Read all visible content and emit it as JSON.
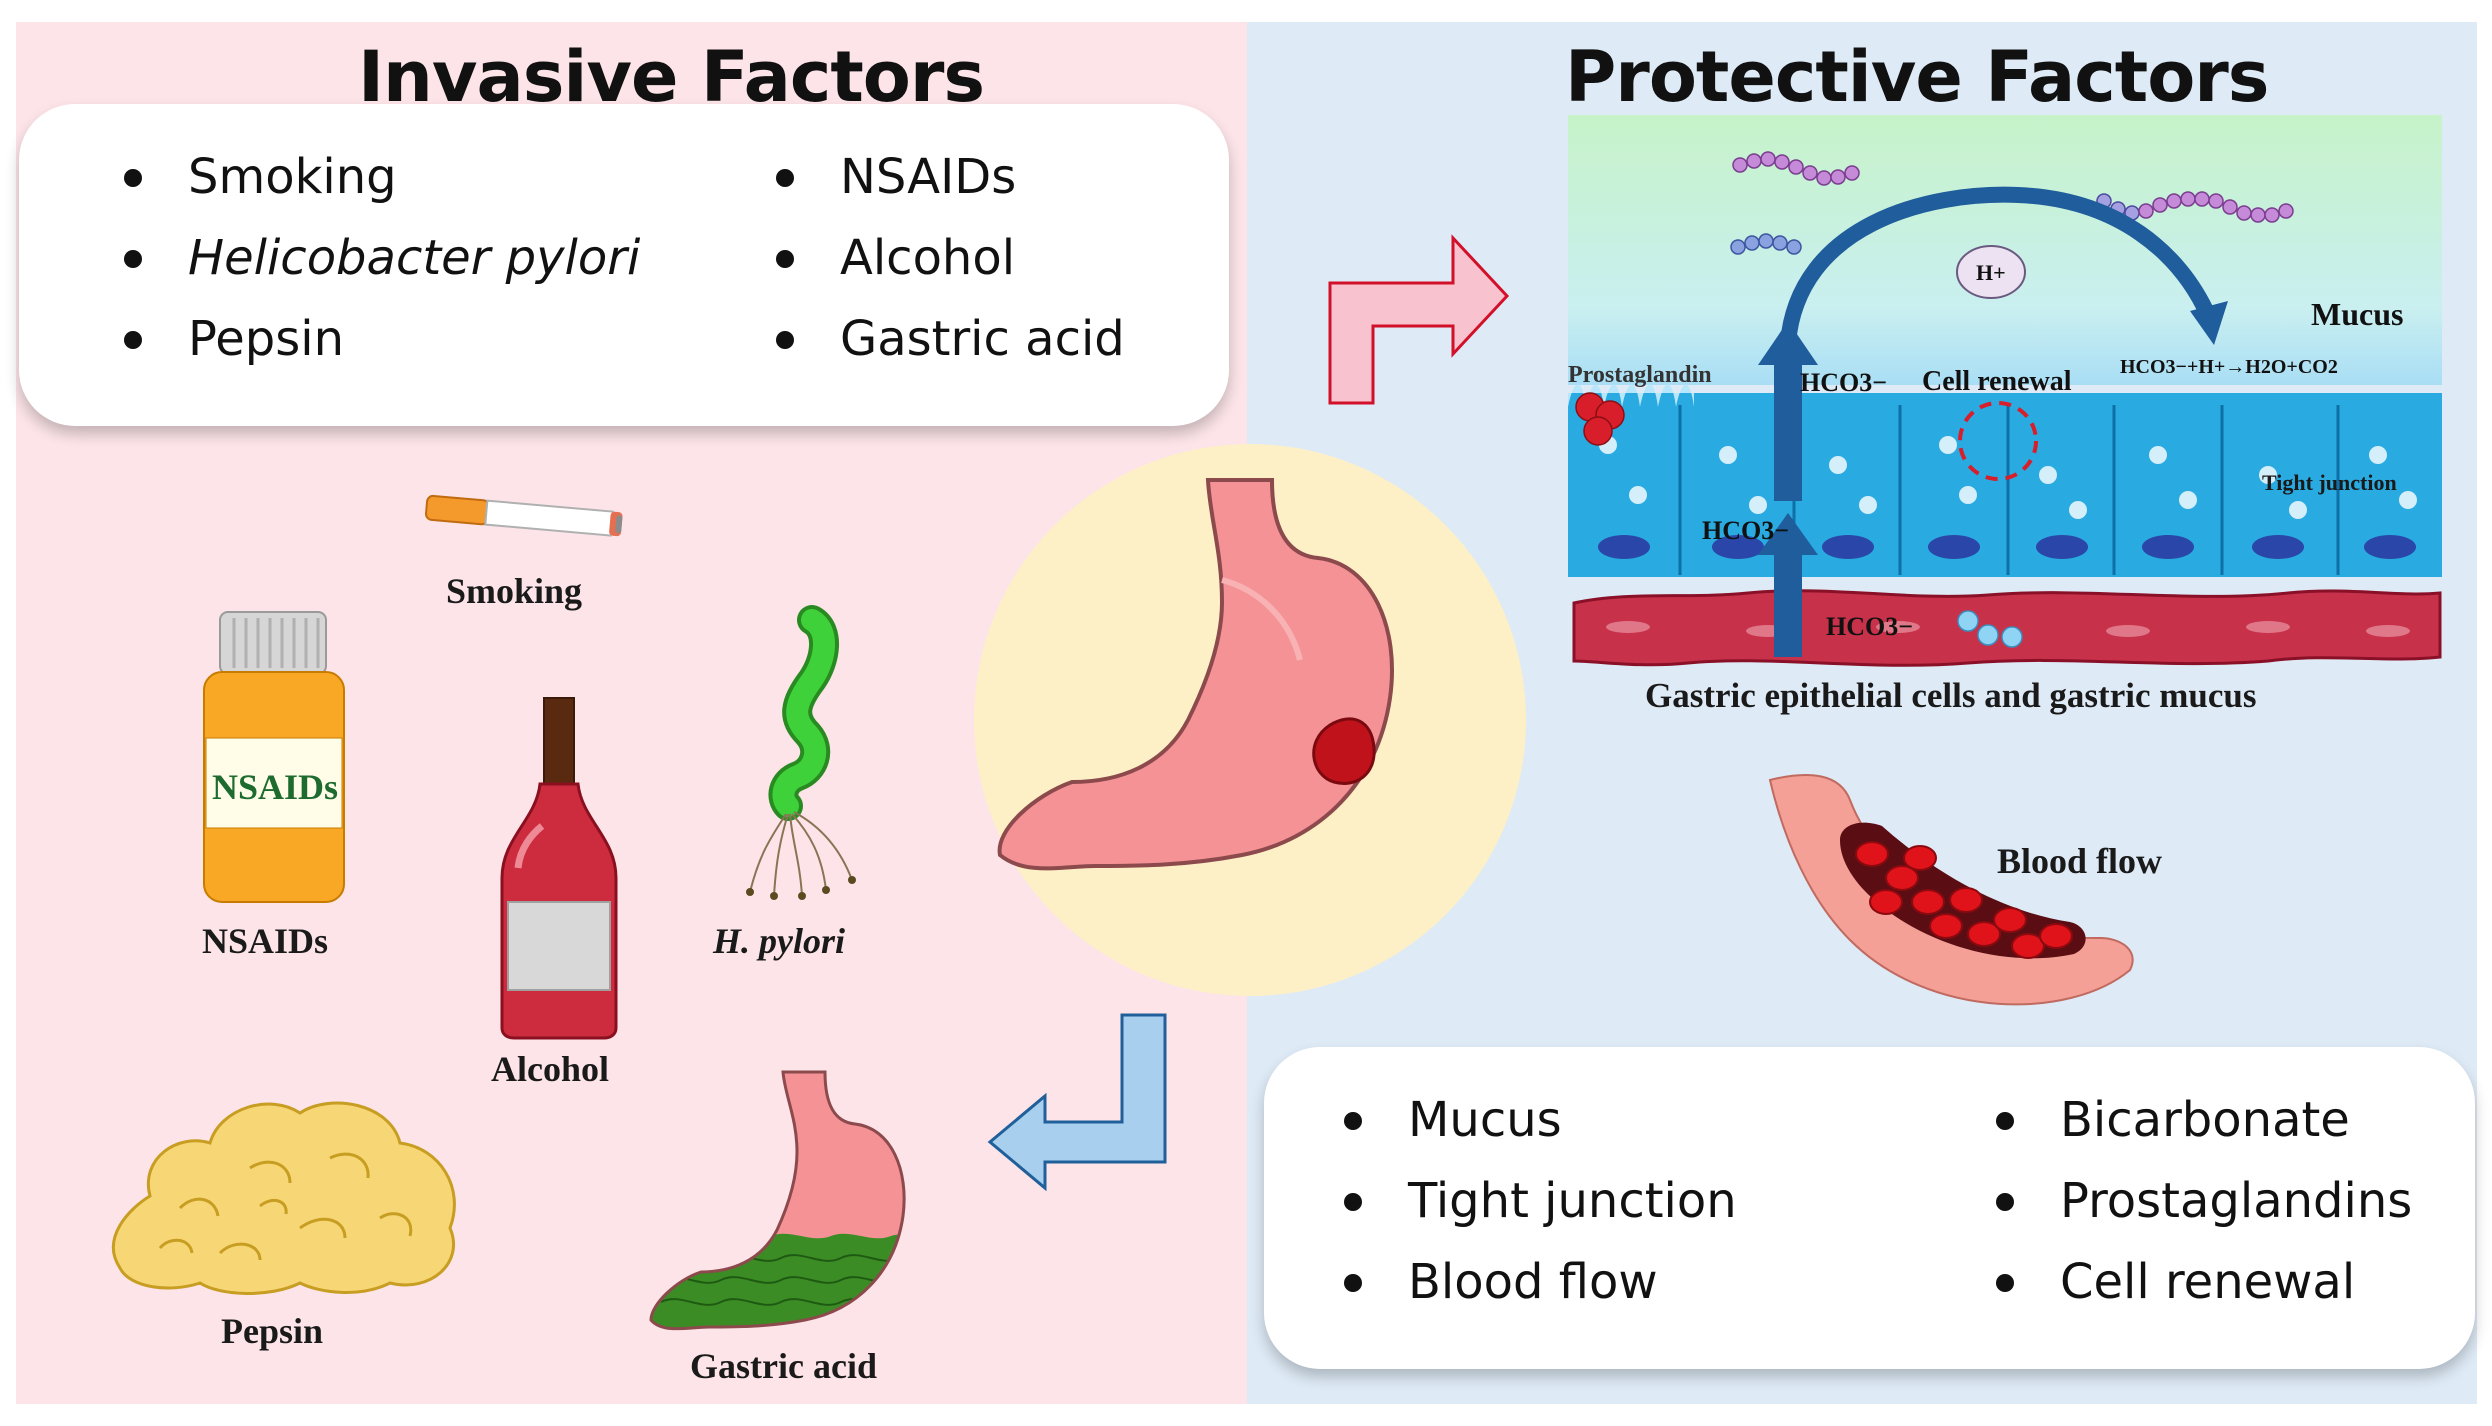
{
  "invasive": {
    "title": "Invasive Factors",
    "bullets_col1": [
      "Smoking",
      "Helicobacter pylori",
      "Pepsin"
    ],
    "bullets_col2": [
      "NSAIDs",
      "Alcohol",
      "Gastric acid"
    ],
    "illustration_labels": {
      "smoking": "Smoking",
      "nsaids": "NSAIDs",
      "bottle": "NSAIDs",
      "alcohol": "Alcohol",
      "hpylori": "H. pylori",
      "pepsin": "Pepsin",
      "gastric_acid": "Gastric acid"
    }
  },
  "protective": {
    "title": "Protective Factors",
    "diagram": {
      "mucus": "Mucus",
      "h_ion": "H+",
      "prostaglandin": "Prostaglandin",
      "hco3": "HCO3−",
      "cell_renewal": "Cell renewal",
      "reaction": "HCO3−+H+→H2O+CO2",
      "tight_junction": "Tight  junction",
      "caption": "Gastric epithelial cells and gastric mucus"
    },
    "blood_flow_label": "Blood flow",
    "bullets_col1": [
      "Mucus",
      "Tight junction",
      "Blood flow"
    ],
    "bullets_col2": [
      "Bicarbonate",
      "Prostaglandins",
      "Cell renewal"
    ]
  },
  "colors": {
    "invasive_bg": "#fce4e8",
    "protective_bg": "#deeaf6",
    "stomach": "#f49295",
    "ulcer": "#c0121a",
    "acid": "#3b8c24",
    "mucus_layer": "#c8f2cc",
    "epithelium": "#29aae1",
    "blood_cell": "#e0121a"
  }
}
